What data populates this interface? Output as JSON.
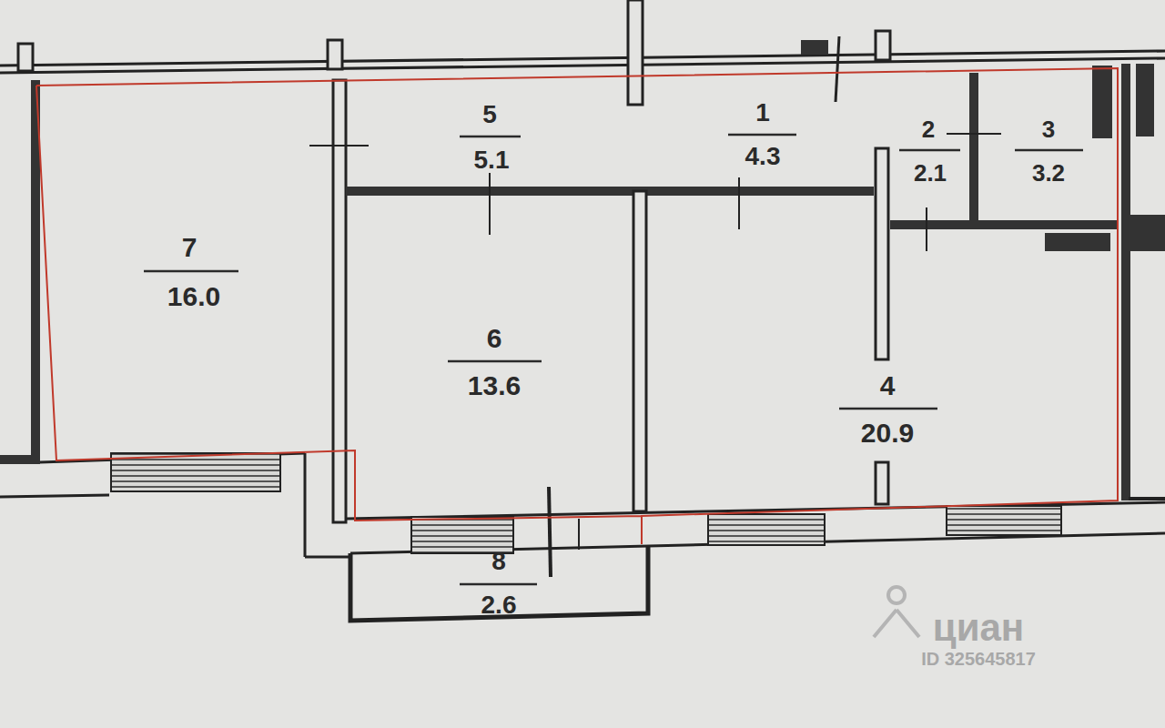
{
  "diagram": {
    "labels": [
      "7",
      "16.0",
      "5",
      "5.1",
      "1",
      "4.3",
      "2",
      "2.1",
      "3",
      "3.2",
      "6",
      "13.6",
      "4",
      "20.9",
      "8",
      "2.6",
      "циан",
      "ID 325645817"
    ]
  }
}
